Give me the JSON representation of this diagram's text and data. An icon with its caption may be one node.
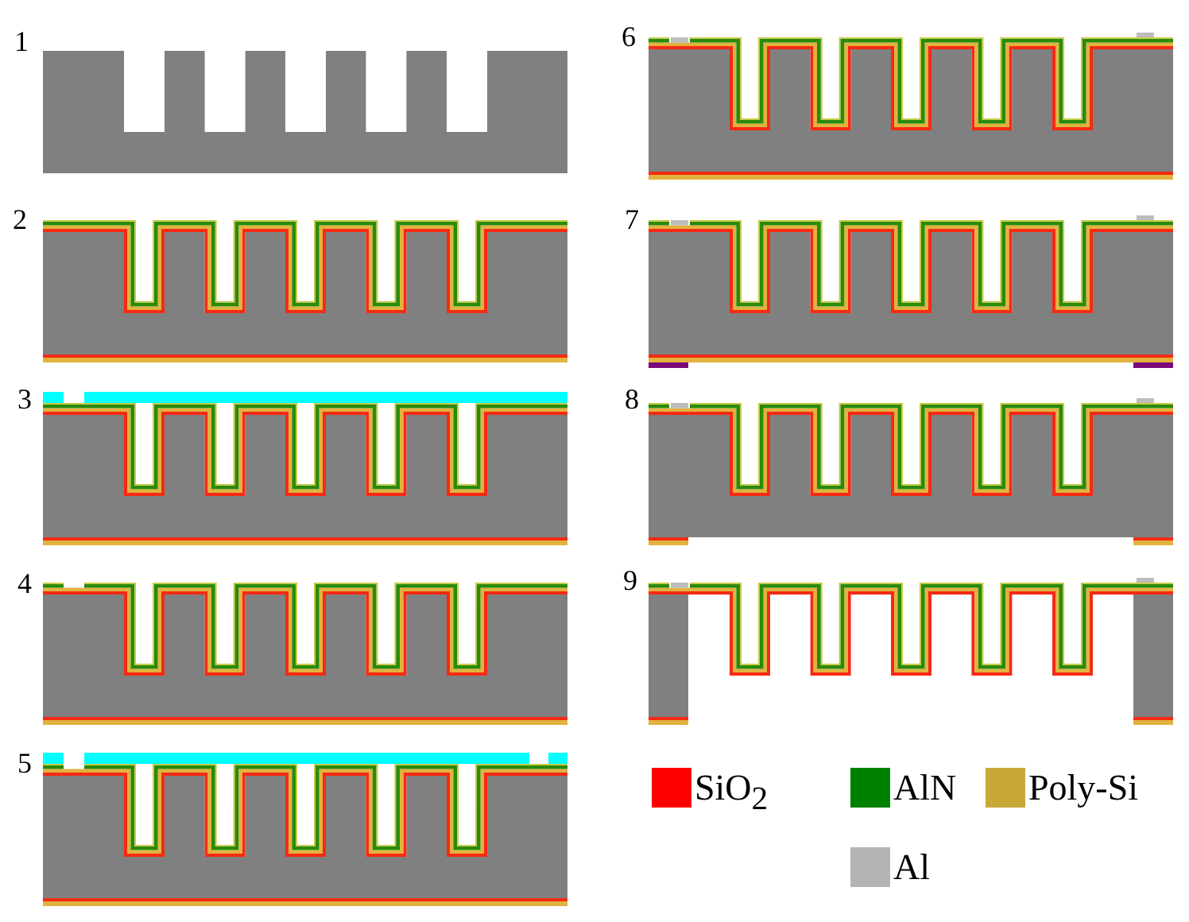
{
  "diagram": {
    "nodes": [
      {
        "text": [],
        "shape": "picture",
        "beside": [
          "1"
        ]
      },
      {
        "text": [],
        "shape": "picture",
        "beside": [
          "2"
        ]
      },
      {
        "text": [],
        "shape": "picture",
        "beside": [
          "3"
        ]
      },
      {
        "text": [],
        "shape": "picture",
        "beside": [
          "4"
        ]
      },
      {
        "text": [],
        "shape": "picture",
        "beside": [
          "5"
        ]
      },
      {
        "text": [],
        "shape": "picture",
        "beside": [
          "6"
        ]
      },
      {
        "text": [],
        "shape": "picture",
        "beside": [
          "7"
        ]
      },
      {
        "text": [],
        "shape": "picture",
        "beside": [
          "8"
        ]
      },
      {
        "text": [],
        "shape": "picture",
        "beside": [
          "9"
        ]
      }
    ],
    "legend": [
      {
        "text": "SiO$_{2}$",
        "color": "#ff0000"
      },
      {
        "text": "AlN",
        "color": "#008000"
      },
      {
        "text": "Poly-Si",
        "color": "#c8a838"
      },
      {
        "text": "Al",
        "color": "#b4b4b4"
      }
    ]
  }
}
